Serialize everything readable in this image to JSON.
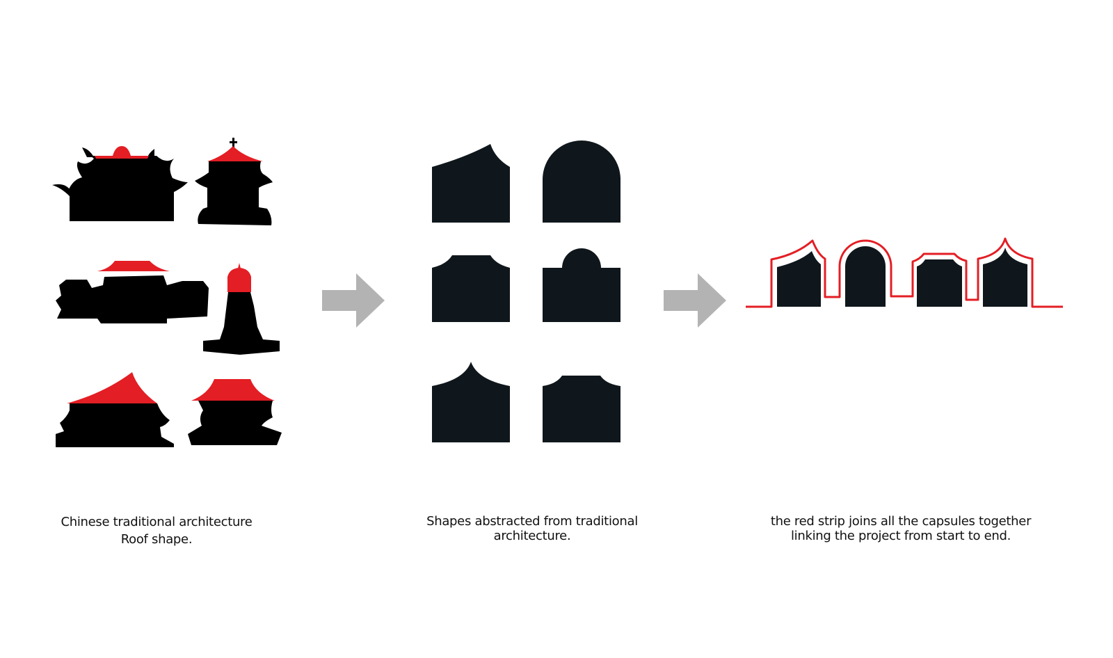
{
  "colors": {
    "roof_red": "#e31e24",
    "silhouette": "#000000",
    "shape_dark": "#0f171c",
    "arrow_gray": "#b3b3b3"
  },
  "captions": {
    "left": [
      "Chinese traditional architecture",
      "Roof shape."
    ],
    "middle": [
      "Shapes abstracted from traditional",
      "architecture."
    ],
    "right": [
      "the red strip joins all the capsules together",
      "linking the project from start to end."
    ]
  }
}
